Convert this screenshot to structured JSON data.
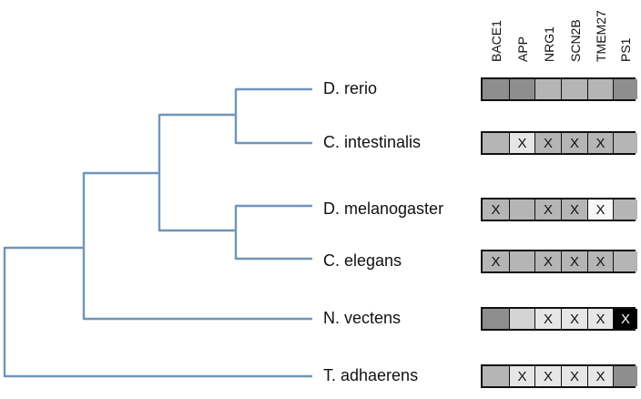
{
  "genes": [
    "BACE1",
    "APP",
    "NRG1",
    "SCN2B",
    "TMEM27",
    "PS1"
  ],
  "mark_symbol": "X",
  "colors": {
    "tree_branch": "#6f95bb",
    "cell_dark": "#8e8e8e",
    "cell_medium": "#b5b5b5",
    "cell_light": "#d4d4d4",
    "cell_lighter": "#e6e6e6",
    "cell_white": "#f8f8f8",
    "cell_black": "#000000"
  },
  "species": [
    {
      "name": "D. rerio",
      "cells": [
        {
          "shade": "cell_dark",
          "mark": ""
        },
        {
          "shade": "cell_dark",
          "mark": ""
        },
        {
          "shade": "cell_medium",
          "mark": ""
        },
        {
          "shade": "cell_medium",
          "mark": ""
        },
        {
          "shade": "cell_medium",
          "mark": ""
        },
        {
          "shade": "cell_dark",
          "mark": ""
        }
      ]
    },
    {
      "name": "C. intestinalis",
      "cells": [
        {
          "shade": "cell_medium",
          "mark": ""
        },
        {
          "shade": "cell_lighter",
          "mark": "X"
        },
        {
          "shade": "cell_medium",
          "mark": "X"
        },
        {
          "shade": "cell_medium",
          "mark": "X"
        },
        {
          "shade": "cell_medium",
          "mark": "X"
        },
        {
          "shade": "cell_medium",
          "mark": ""
        }
      ]
    },
    {
      "name": "D. melanogaster",
      "cells": [
        {
          "shade": "cell_medium",
          "mark": "X"
        },
        {
          "shade": "cell_medium",
          "mark": ""
        },
        {
          "shade": "cell_medium",
          "mark": "X"
        },
        {
          "shade": "cell_medium",
          "mark": "X"
        },
        {
          "shade": "cell_white",
          "mark": "X"
        },
        {
          "shade": "cell_medium",
          "mark": ""
        }
      ]
    },
    {
      "name": "C. elegans",
      "cells": [
        {
          "shade": "cell_medium",
          "mark": "X"
        },
        {
          "shade": "cell_medium",
          "mark": ""
        },
        {
          "shade": "cell_medium",
          "mark": "X"
        },
        {
          "shade": "cell_medium",
          "mark": "X"
        },
        {
          "shade": "cell_medium",
          "mark": "X"
        },
        {
          "shade": "cell_medium",
          "mark": ""
        }
      ]
    },
    {
      "name": "N. vectens",
      "cells": [
        {
          "shade": "cell_dark",
          "mark": ""
        },
        {
          "shade": "cell_light",
          "mark": ""
        },
        {
          "shade": "cell_lighter",
          "mark": "X"
        },
        {
          "shade": "cell_lighter",
          "mark": "X"
        },
        {
          "shade": "cell_lighter",
          "mark": "X"
        },
        {
          "shade": "cell_black",
          "mark": "X"
        }
      ]
    },
    {
      "name": "T. adhaerens",
      "cells": [
        {
          "shade": "cell_medium",
          "mark": ""
        },
        {
          "shade": "cell_lighter",
          "mark": "X"
        },
        {
          "shade": "cell_lighter",
          "mark": "X"
        },
        {
          "shade": "cell_lighter",
          "mark": "X"
        },
        {
          "shade": "cell_lighter",
          "mark": "X"
        },
        {
          "shade": "cell_dark",
          "mark": ""
        }
      ]
    }
  ]
}
